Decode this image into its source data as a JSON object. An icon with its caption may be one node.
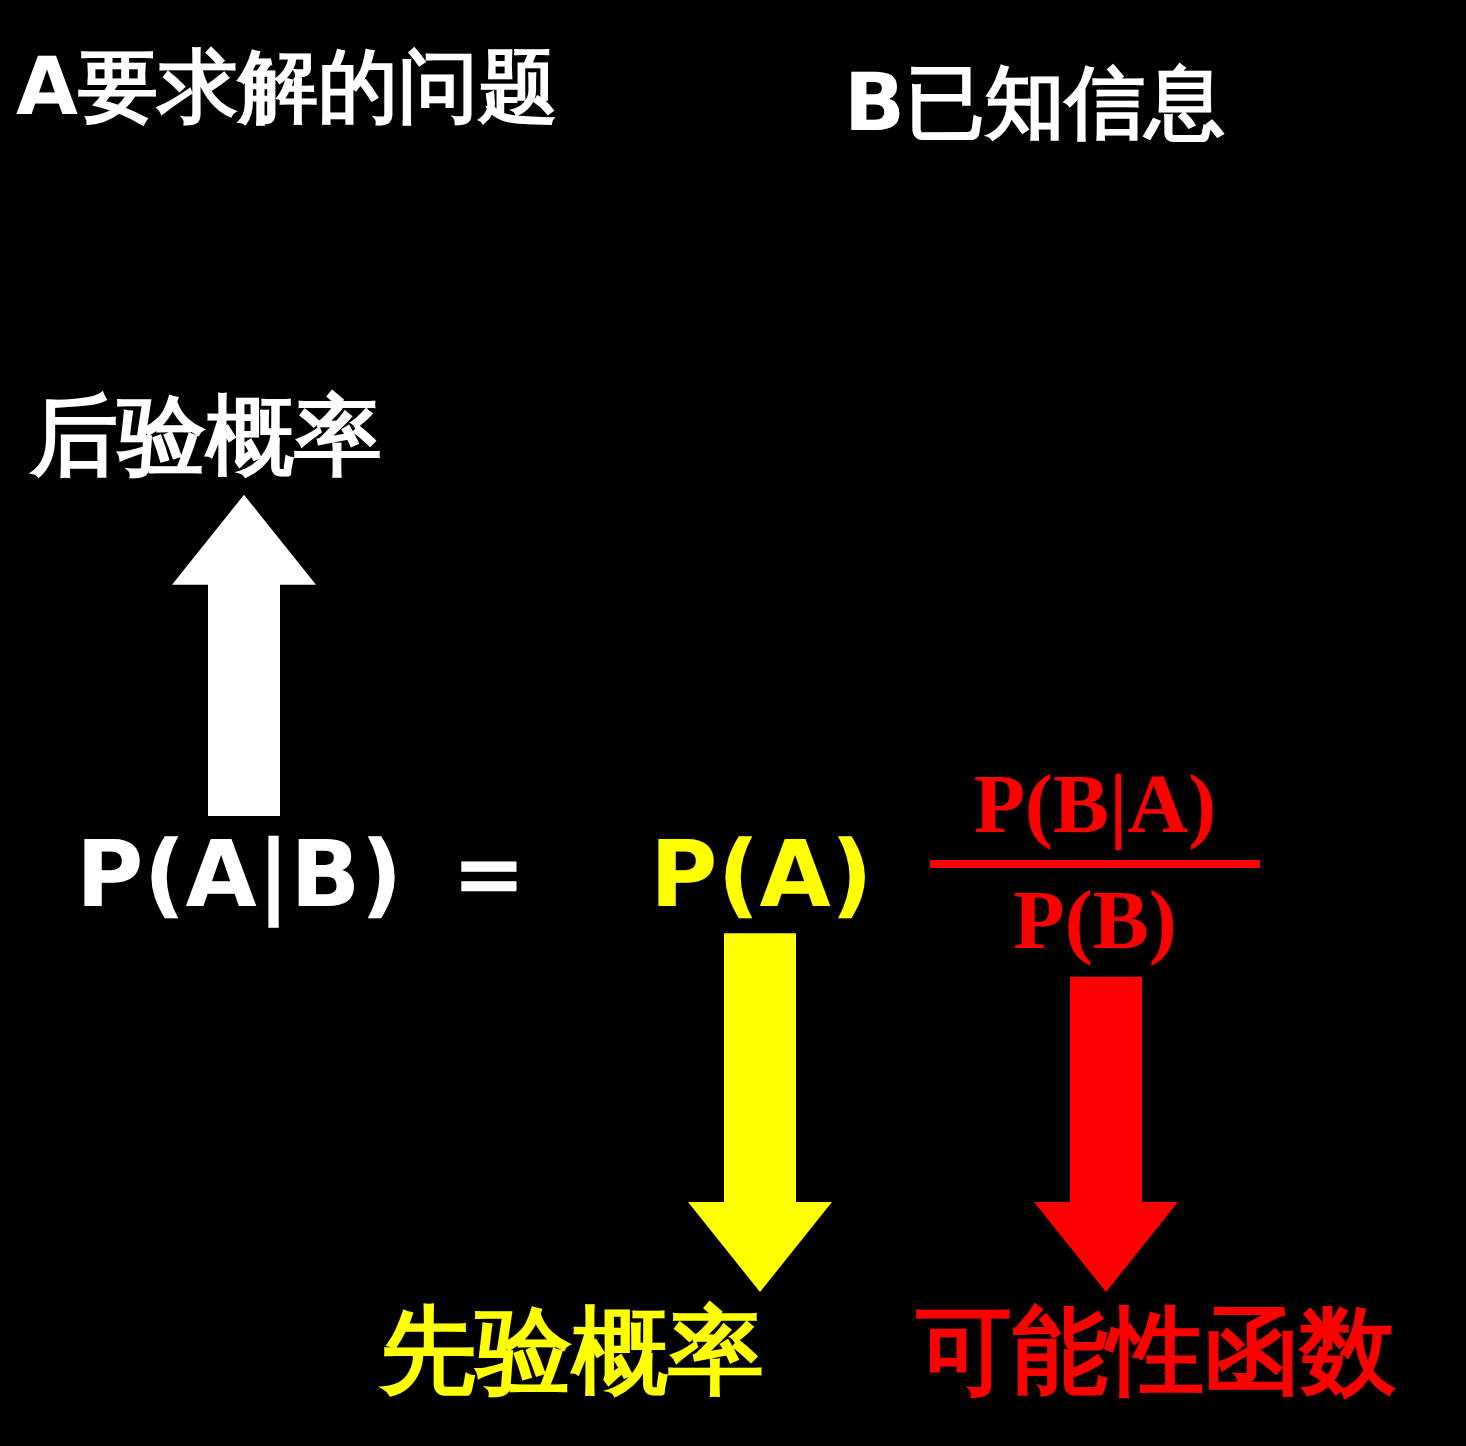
{
  "diagram": {
    "nodes": [
      {
        "text": [
          "后验概率"
        ]
      },
      {
        "text": [
          "P(A|B)"
        ]
      },
      {
        "text": [
          "P(A)"
        ]
      },
      {
        "text": [
          "P(B|A)",
          "P(B)"
        ]
      },
      {
        "text": [
          "先验概率"
        ]
      },
      {
        "text": [
          "可能性函数"
        ]
      }
    ],
    "edges": [
      {
        "from": 1,
        "to": 0,
        "arrow": "to",
        "color": "#ffffff"
      },
      {
        "from": 2,
        "to": 4,
        "arrow": "to",
        "color": "#ffff00"
      },
      {
        "from": 3,
        "to": 5,
        "arrow": "to",
        "color": "#ff0000"
      }
    ],
    "labels": [
      "A要求解的问题",
      "B已知信息",
      "="
    ]
  }
}
